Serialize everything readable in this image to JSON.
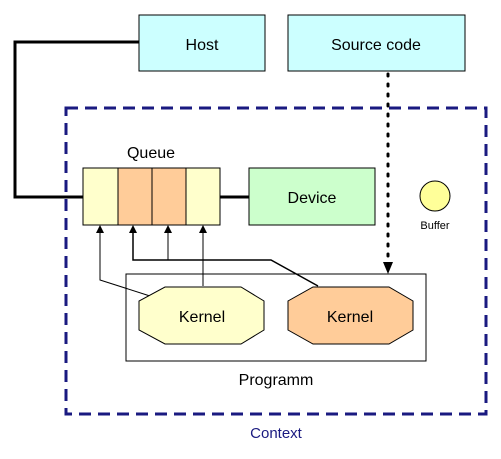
{
  "nodes": {
    "host": "Host",
    "source_code": "Source code",
    "queue": "Queue",
    "device": "Device",
    "buffer": "Buffer",
    "kernel_left": "Kernel",
    "kernel_right": "Kernel",
    "programm": "Programm",
    "context": "Context"
  },
  "colors": {
    "host_fill": "#ccffff",
    "source_fill": "#ccffff",
    "device_fill": "#ccffcc",
    "queue_light": "#ffffcc",
    "queue_orange": "#ffcc99",
    "kernel_left_fill": "#ffffcc",
    "kernel_right_fill": "#ffcc99",
    "buffer_fill": "#ffff99",
    "context_border": "#1a1a80",
    "context_label": "#1a1a80"
  }
}
